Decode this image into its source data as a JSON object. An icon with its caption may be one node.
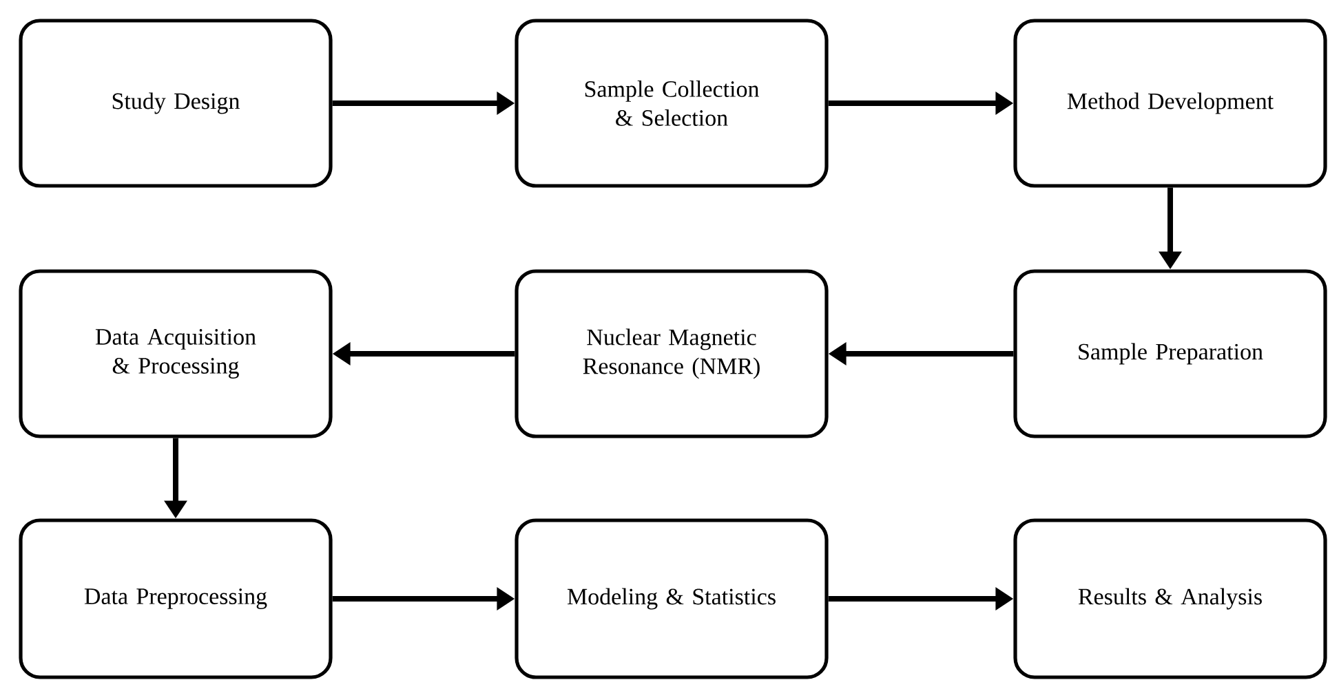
{
  "diagram": {
    "nodes": [
      {
        "text": [
          "Study Design"
        ]
      },
      {
        "text": [
          "Sample Collection & Selection"
        ]
      },
      {
        "text": [
          "Method Development"
        ]
      },
      {
        "text": [
          "Data Acquisition & Processing"
        ]
      },
      {
        "text": [
          "Nuclear Magnetic Resonance (NMR)"
        ]
      },
      {
        "text": [
          "Sample Preparation"
        ]
      },
      {
        "text": [
          "Data Preprocessing"
        ]
      },
      {
        "text": [
          "Modeling & Statistics"
        ]
      },
      {
        "text": [
          "Results & Analysis"
        ]
      }
    ],
    "edges": [
      {
        "from": 0,
        "to": 1,
        "arrow": "to"
      },
      {
        "from": 1,
        "to": 2,
        "arrow": "to"
      },
      {
        "from": 2,
        "to": 5,
        "arrow": "to"
      },
      {
        "from": 5,
        "to": 4,
        "arrow": "to"
      },
      {
        "from": 4,
        "to": 3,
        "arrow": "to"
      },
      {
        "from": 3,
        "to": 6,
        "arrow": "to"
      },
      {
        "from": 6,
        "to": 7,
        "arrow": "to"
      },
      {
        "from": 7,
        "to": 8,
        "arrow": "to"
      }
    ]
  }
}
